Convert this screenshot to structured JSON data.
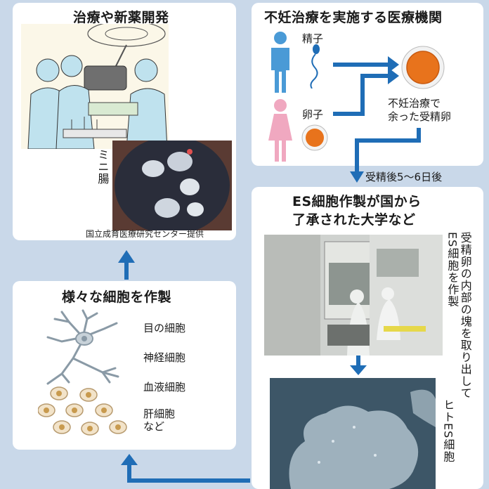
{
  "panels": {
    "treatment": {
      "title": "治療や新薬開発",
      "mini_gut_label": "ミニ腸",
      "credit": "国立成育医療研究センター提供"
    },
    "clinic": {
      "title": "不妊治療を実施する医療機関",
      "sperm_label": "精子",
      "egg_label": "卵子",
      "embryo_label": "不妊治療で\n余った受精卵"
    },
    "transfer_label": "受精後5〜6日後",
    "university": {
      "title_line1": "ES細胞作製が国から",
      "title_line2": "了承された大学など",
      "side_text": "受精卵の内部の塊を取り出してES細胞を作製",
      "es_cell_label": "ヒトES細胞"
    },
    "cells": {
      "title": "様々な細胞を作製",
      "items": [
        "目の細胞",
        "神経細胞",
        "血液細胞",
        "肝細胞\nなど"
      ]
    }
  },
  "colors": {
    "background": "#c9d8e9",
    "arrow": "#1f6db6",
    "egg": "#e8731c",
    "male": "#4a9ad6",
    "female": "#f0a8c0"
  }
}
